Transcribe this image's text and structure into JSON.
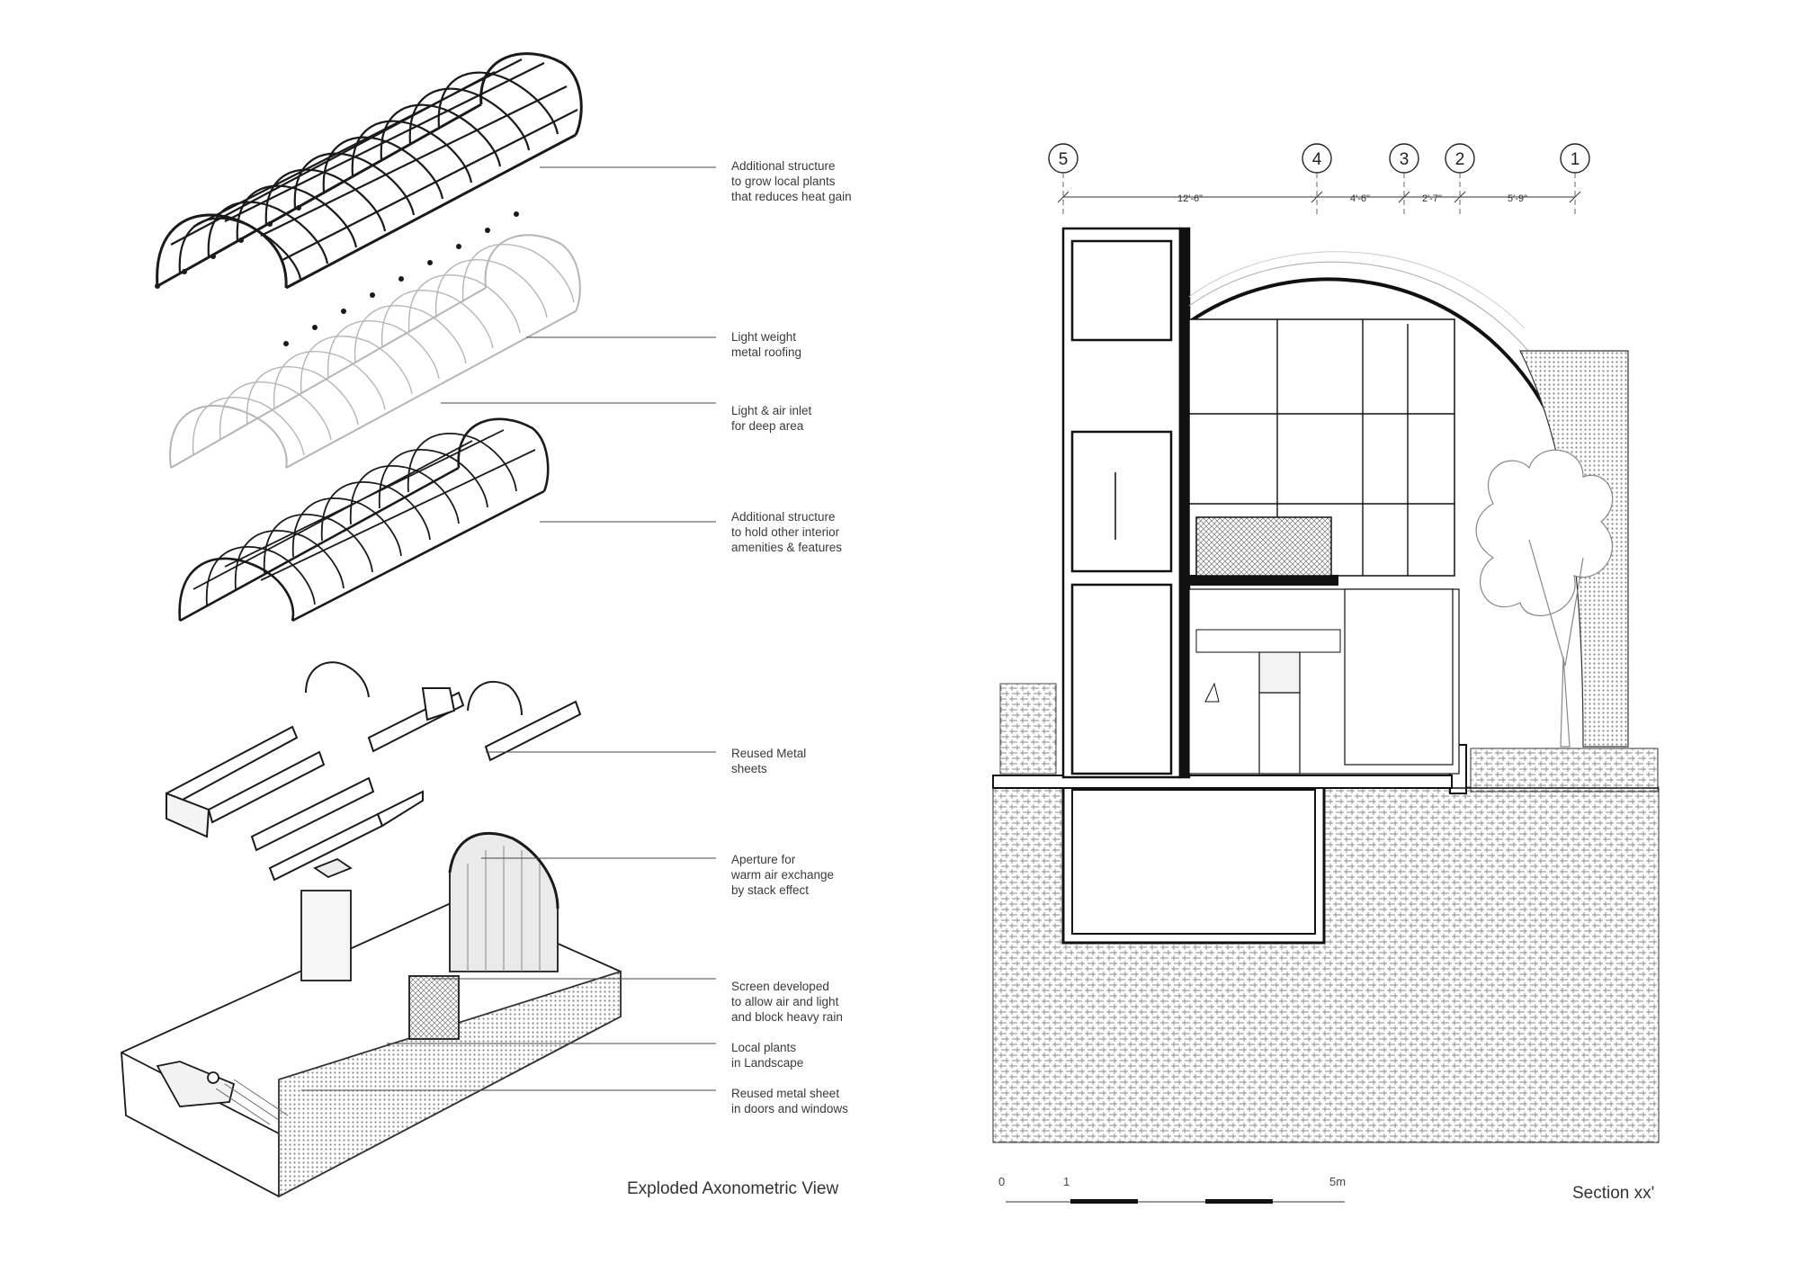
{
  "annotations": [
    {
      "id": "ann-1",
      "lines": [
        "Additional structure",
        "to grow local plants",
        "that reduces heat gain"
      ]
    },
    {
      "id": "ann-2",
      "lines": [
        "Light weight",
        "metal roofing"
      ]
    },
    {
      "id": "ann-3",
      "lines": [
        "Light & air inlet",
        "for deep area"
      ]
    },
    {
      "id": "ann-4",
      "lines": [
        "Additional structure",
        "to hold other interior",
        "amenities & features"
      ]
    },
    {
      "id": "ann-5",
      "lines": [
        "Reused Metal",
        "sheets"
      ]
    },
    {
      "id": "ann-6",
      "lines": [
        "Aperture for",
        "warm air exchange",
        "by stack effect"
      ]
    },
    {
      "id": "ann-7",
      "lines": [
        "Screen developed",
        "to allow air and light",
        "and block heavy rain"
      ]
    },
    {
      "id": "ann-8",
      "lines": [
        "Local plants",
        "in Landscape"
      ]
    },
    {
      "id": "ann-9",
      "lines": [
        "Reused metal sheet",
        "in doors and windows"
      ]
    }
  ],
  "titles": {
    "axonometric": "Exploded Axonometric View",
    "section": "Section xx'"
  },
  "grid_lines": [
    "5",
    "4",
    "3",
    "2",
    "1"
  ],
  "dimensions": [
    "12'-6\"",
    "4'-6\"",
    "2'-7\"",
    "5'-9\""
  ],
  "scale_bar": {
    "zero": "0",
    "one": "1",
    "five": "5m"
  },
  "colors": {
    "ink": "#1a1a1a",
    "light_ink": "#b5b5b5",
    "text": "#3a3a3a"
  }
}
